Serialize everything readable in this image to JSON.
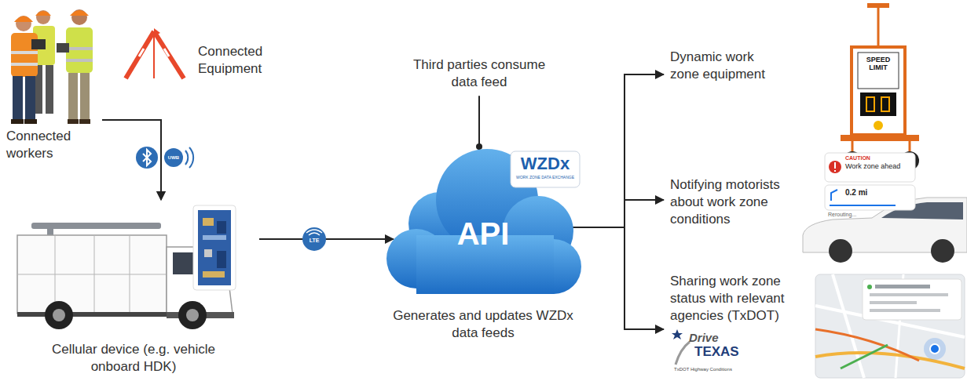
{
  "diagram": {
    "nodes": [
      {
        "text": [
          "Connected workers"
        ]
      },
      {
        "text": [
          "Connected Equipment"
        ]
      },
      {
        "text": [
          "Cellular device (e.g. vehicle onboard HDK)"
        ]
      },
      {
        "text": [
          "API",
          "Generates and updates WZDx data feeds"
        ]
      },
      {
        "text": [
          "Third parties consume data feed"
        ]
      },
      {
        "text": [
          "Dynamic work zone equipment"
        ]
      },
      {
        "text": [
          "Notifying motorists about work zone conditions"
        ]
      },
      {
        "text": [
          "Sharing work zone status with relevant agencies (TxDOT)"
        ]
      }
    ],
    "edges": [
      {
        "from": 0,
        "to": 2,
        "arrow": "to"
      },
      {
        "from": 1,
        "to": 2,
        "arrow": "to"
      },
      {
        "from": 2,
        "to": 3,
        "arrow": "to"
      },
      {
        "from": 4,
        "to": 3,
        "arrow": "none"
      },
      {
        "from": 3,
        "to": 5,
        "arrow": "to"
      },
      {
        "from": 3,
        "to": 6,
        "arrow": "to"
      },
      {
        "from": 3,
        "to": 7,
        "arrow": "to"
      }
    ],
    "labels": [
      "UWB",
      "LTE",
      "WZDx",
      "WORK ZONE DATA EXCHANGE",
      "SPEED LIMIT",
      "CAUTION",
      "Work zone ahead",
      "0.2 mi",
      "Rerouting...",
      "Drive",
      "TEXAS",
      "TxDOT Highway Conditions"
    ]
  }
}
